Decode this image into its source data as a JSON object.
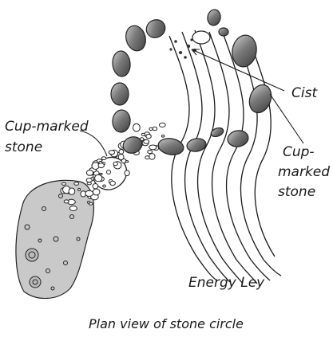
{
  "labels": {
    "cist": "Cist",
    "cup_marked_stone_left": [
      "Cup-marked",
      "stone"
    ],
    "cup_marked_stone_right": [
      "Cup-",
      "marked",
      "stone"
    ],
    "energy_ley": "Energy Ley"
  },
  "caption": "Plan view of stone circle",
  "colors": {
    "stone_fill": "#6f6f6f",
    "stone_highlight": "#b8b8b8",
    "line": "#1a1a1a"
  }
}
